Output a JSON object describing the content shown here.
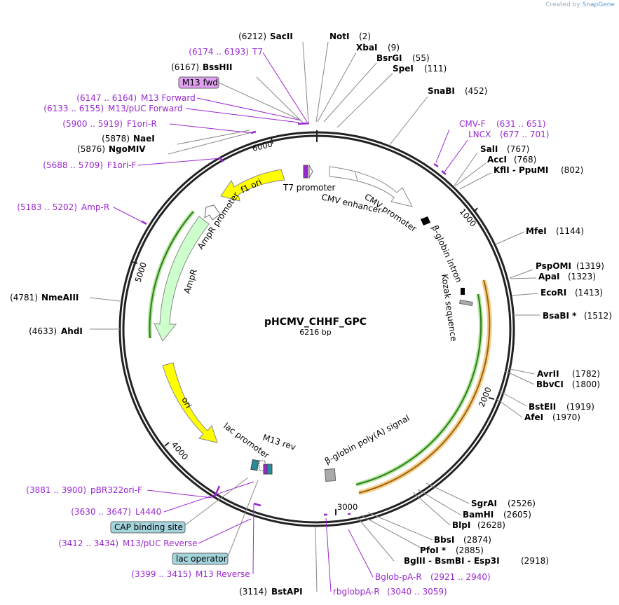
{
  "watermark": {
    "prefix": "Created by",
    "brand": "SnapGene"
  },
  "plasmid": {
    "name": "pHCMV_CHHF_GPC",
    "length_label": "6216 bp"
  },
  "ring_ticks": [
    "1000",
    "2000",
    "3000",
    "4000",
    "5000",
    "6000"
  ],
  "sites_left": [
    {
      "name": "SacII",
      "pos": "(6212)"
    },
    {
      "name": "BssHII",
      "pos": "(6167)"
    },
    {
      "name": "NaeI",
      "pos": "(5878)"
    },
    {
      "name": "NgoMIV",
      "pos": "(5876)"
    },
    {
      "name": "NmeAIII",
      "pos": "(4781)"
    },
    {
      "name": "AhdI",
      "pos": "(4633)"
    },
    {
      "name": "BstAPI",
      "pos": "(3114)"
    }
  ],
  "sites_right": [
    {
      "name": "NotI",
      "pos": "(2)"
    },
    {
      "name": "XbaI",
      "pos": "(9)"
    },
    {
      "name": "BsrGI",
      "pos": "(55)"
    },
    {
      "name": "SpeI",
      "pos": "(111)"
    },
    {
      "name": "SnaBI",
      "pos": "(452)"
    },
    {
      "name": "SalI",
      "pos": "(767)"
    },
    {
      "name": "AccI",
      "pos": "(768)"
    },
    {
      "name": "KflI - PpuMI",
      "pos": "(802)"
    },
    {
      "name": "MfeI",
      "pos": "(1144)"
    },
    {
      "name": "PspOMI",
      "pos": "(1319)"
    },
    {
      "name": "ApaI",
      "pos": "(1323)"
    },
    {
      "name": "EcoRI",
      "pos": "(1413)"
    },
    {
      "name": "BsaBI *",
      "pos": "(1512)"
    },
    {
      "name": "AvrII",
      "pos": "(1782)"
    },
    {
      "name": "BbvCI",
      "pos": "(1800)"
    },
    {
      "name": "BstEII",
      "pos": "(1919)"
    },
    {
      "name": "AfeI",
      "pos": "(1970)"
    },
    {
      "name": "SgrAI",
      "pos": "(2526)"
    },
    {
      "name": "BamHI",
      "pos": "(2605)"
    },
    {
      "name": "BlpI",
      "pos": "(2628)"
    },
    {
      "name": "BbsI",
      "pos": "(2874)"
    },
    {
      "name": "PfoI *",
      "pos": "(2885)"
    },
    {
      "name": "BglII - BsmBI - Esp3I",
      "pos": "(2918)"
    }
  ],
  "primers": [
    {
      "name": "T7",
      "range": "(6174 .. 6193)"
    },
    {
      "name": "M13 Forward",
      "range": "(6147 .. 6164)"
    },
    {
      "name": "M13/pUC Forward",
      "range": "(6133 .. 6155)"
    },
    {
      "name": "F1ori-R",
      "range": "(5900 .. 5919)"
    },
    {
      "name": "F1ori-F",
      "range": "(5688 .. 5709)"
    },
    {
      "name": "Amp-R",
      "range": "(5183 .. 5202)"
    },
    {
      "name": "pBR322ori-F",
      "range": "(3881 .. 3900)"
    },
    {
      "name": "L4440",
      "range": "(3630 .. 3647)"
    },
    {
      "name": "M13/pUC Reverse",
      "range": "(3412 .. 3434)"
    },
    {
      "name": "M13 Reverse",
      "range": "(3399 .. 3415)"
    },
    {
      "name": "CMV-F",
      "range": "(631 .. 651)"
    },
    {
      "name": "LNCX",
      "range": "(677 .. 701)"
    },
    {
      "name": "Bglob-pA-R",
      "range": "(2921 .. 2940)"
    },
    {
      "name": "rbglobpA-R",
      "range": "(3040 .. 3059)"
    }
  ],
  "boxed_labels": {
    "m13fwd": "M13 fwd",
    "cap": "CAP binding site",
    "lacop": "lac operator"
  },
  "features": {
    "f1ori": "f1 ori",
    "t7": "T7 promoter",
    "cmv_enh": "CMV enhancer",
    "cmv_prom": "CMV promoter",
    "bglobin_intron": "β-globin intron",
    "kozak": "Kozak sequence",
    "ampr_prom": "AmpR promoter",
    "ampr": "AmpR",
    "ori": "ori",
    "lac_prom": "lac promoter",
    "m13rev": "M13 rev",
    "polya": "β-globin poly(A) signal"
  },
  "colors": {
    "primer": "#9a28d0",
    "f1ori": "#ffff00",
    "ampr": "#ccffcc",
    "green_arc": "#2e7d1a",
    "orange_arc": "#f0b040",
    "boxed_primer": "#e0a0f0",
    "boxed_feature": "#a4d4dc"
  }
}
